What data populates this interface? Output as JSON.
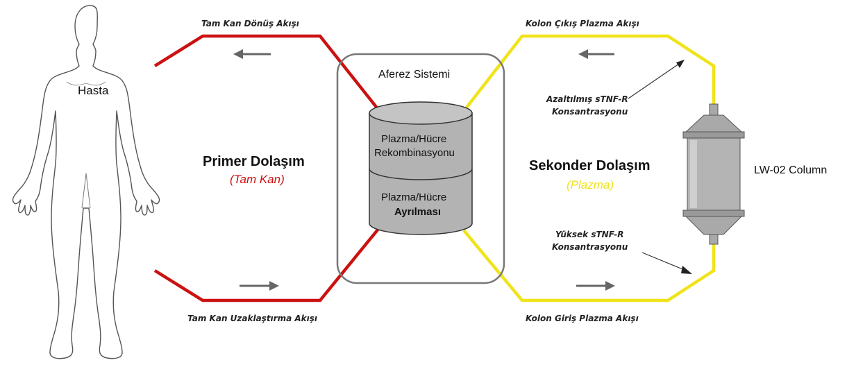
{
  "patient": {
    "label": "Hasta",
    "icon": "human-body-outline-icon"
  },
  "primary_circuit": {
    "title": "Primer Dolaşım",
    "subtitle": "(Tam Kan)",
    "color": "#cc1111",
    "return_flow_label": "Tam Kan Dönüş Akışı",
    "withdrawal_flow_label": "Tam Kan Uzaklaştırma Akışı"
  },
  "apheresis_system": {
    "title": "Aferez Sistemi",
    "upper_section": {
      "line1": "Plazma/Hücre",
      "line2": "Rekombinasyonu"
    },
    "lower_section": {
      "line1": "Plazma/Hücre",
      "line2": "Ayrılması"
    }
  },
  "secondary_circuit": {
    "title": "Sekonder Dolaşım",
    "subtitle": "(Plazma)",
    "color": "#f0e31a",
    "column_out_flow_label": "Kolon Çıkış Plazma Akışı",
    "column_in_flow_label": "Kolon Giriş Plazma Akışı",
    "reduced_concentration": {
      "line1": "Azaltılmış sTNF-R",
      "line2": "Konsantrasyonu"
    },
    "high_concentration": {
      "line1": "Yüksek sTNF-R",
      "line2": "Konsantrasyonu"
    }
  },
  "column": {
    "label": "LW-02 Column",
    "color": "#a9a9a9"
  },
  "arrow_color": "#666666"
}
